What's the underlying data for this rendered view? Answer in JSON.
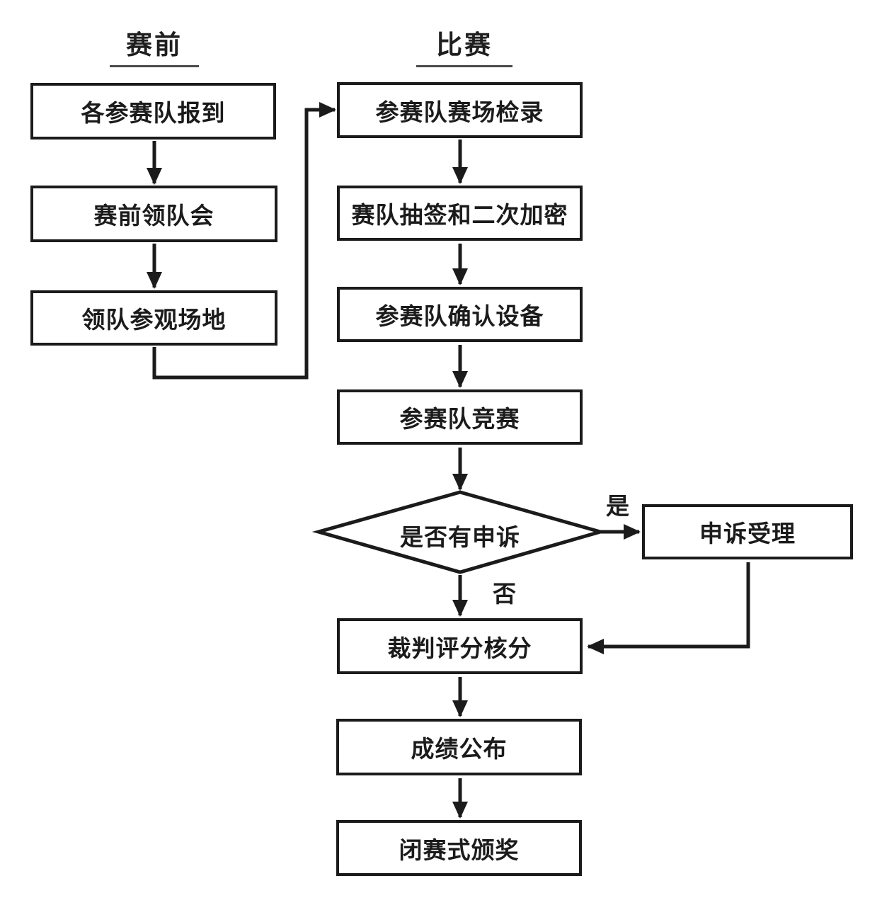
{
  "diagram": {
    "columns": [
      {
        "id": "pre",
        "title": "赛前"
      },
      {
        "id": "match",
        "title": "比赛"
      }
    ],
    "nodes": {
      "report": "各参赛队报到",
      "leader_meeting": "赛前领队会",
      "venue_tour": "领队参观场地",
      "checkin": "参赛队赛场检录",
      "draw_encrypt": "赛队抽签和二次加密",
      "confirm_equipment": "参赛队确认设备",
      "compete": "参赛队竞赛",
      "appeal_question": "是否有申诉",
      "appeal_accept": "申诉受理",
      "scoring": "裁判评分核分",
      "publish_results": "成绩公布",
      "closing_awards": "闭赛式颁奖"
    },
    "edge_labels": {
      "yes": "是",
      "no": "否"
    },
    "edges": [
      {
        "from": "report",
        "to": "leader_meeting",
        "label": ""
      },
      {
        "from": "leader_meeting",
        "to": "venue_tour",
        "label": ""
      },
      {
        "from": "venue_tour",
        "to": "checkin",
        "label": ""
      },
      {
        "from": "checkin",
        "to": "draw_encrypt",
        "label": ""
      },
      {
        "from": "draw_encrypt",
        "to": "confirm_equipment",
        "label": ""
      },
      {
        "from": "confirm_equipment",
        "to": "compete",
        "label": ""
      },
      {
        "from": "compete",
        "to": "appeal_question",
        "label": ""
      },
      {
        "from": "appeal_question",
        "to": "appeal_accept",
        "label": "是"
      },
      {
        "from": "appeal_question",
        "to": "scoring",
        "label": "否"
      },
      {
        "from": "appeal_accept",
        "to": "scoring",
        "label": ""
      },
      {
        "from": "scoring",
        "to": "publish_results",
        "label": ""
      },
      {
        "from": "publish_results",
        "to": "closing_awards",
        "label": ""
      }
    ],
    "colors": {
      "line": "#1b1b1b",
      "box_fill": "#ffffff",
      "background": "#ffffff",
      "text": "#1b1b1b"
    }
  }
}
